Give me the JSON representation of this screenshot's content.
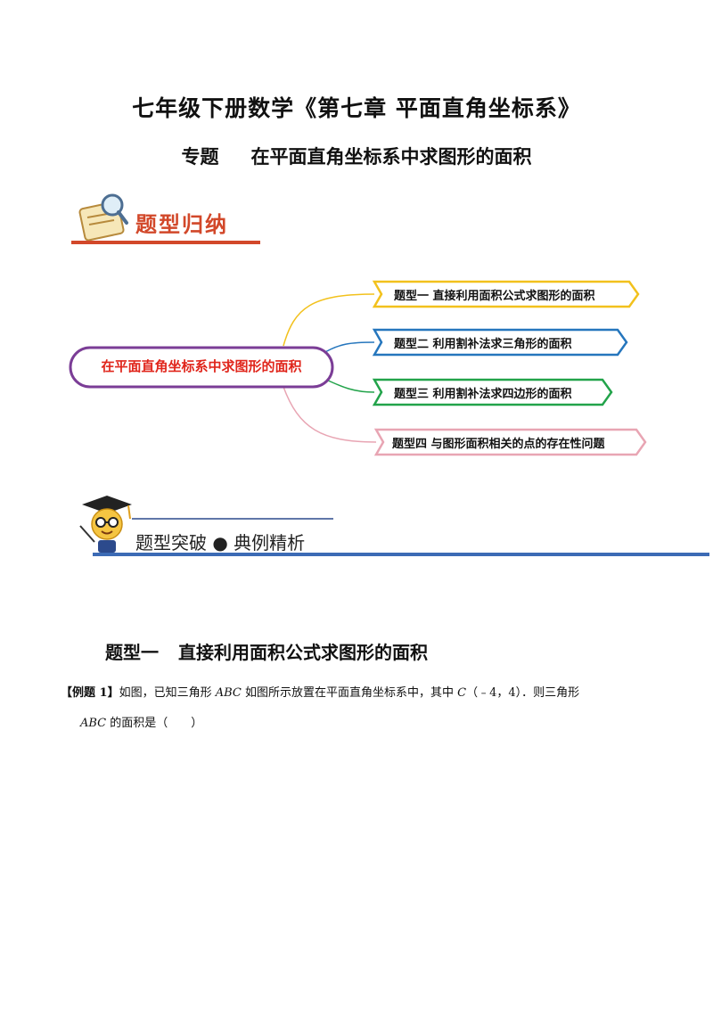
{
  "document": {
    "title": "七年级下册数学《第七章  平面直角坐标系》",
    "subtitle_prefix": "专题",
    "subtitle_main": "在平面直角坐标系中求图形的面积"
  },
  "banner_summary": {
    "label": "题型归纳",
    "icon": "notepad-magnifier-icon"
  },
  "mindmap": {
    "central": "在平面直角坐标系中求图形的面积",
    "branches": [
      {
        "label": "题型一 直接利用面积公式求图形的面积",
        "color": "#f2c11c"
      },
      {
        "label": "题型二  利用割补法求三角形的面积",
        "color": "#2576bd"
      },
      {
        "label": "题型三  利用割补法求四边形的面积",
        "color": "#22a34a"
      },
      {
        "label": "题型四 与图形面积相关的点的存在性问题",
        "color": "#e8a5b3"
      }
    ],
    "central_border": "#7b3d96"
  },
  "banner_examples": {
    "label": "题型突破 ● 典例精析",
    "icon": "graduate-mascot-icon"
  },
  "section": {
    "heading_left": "题型一",
    "heading_right": "直接利用面积公式求图形的面积"
  },
  "example": {
    "tag": "【例题 1】",
    "text_a": "如图，已知三角形 ",
    "abc": "ABC",
    "text_b": " 如图所示放置在平面直角坐标系中，其中 ",
    "c": "C",
    "text_c": "（﹣4，4）．则三角形",
    "line2_abc": "ABC",
    "line2_rest": " 的面积是（　　）"
  }
}
